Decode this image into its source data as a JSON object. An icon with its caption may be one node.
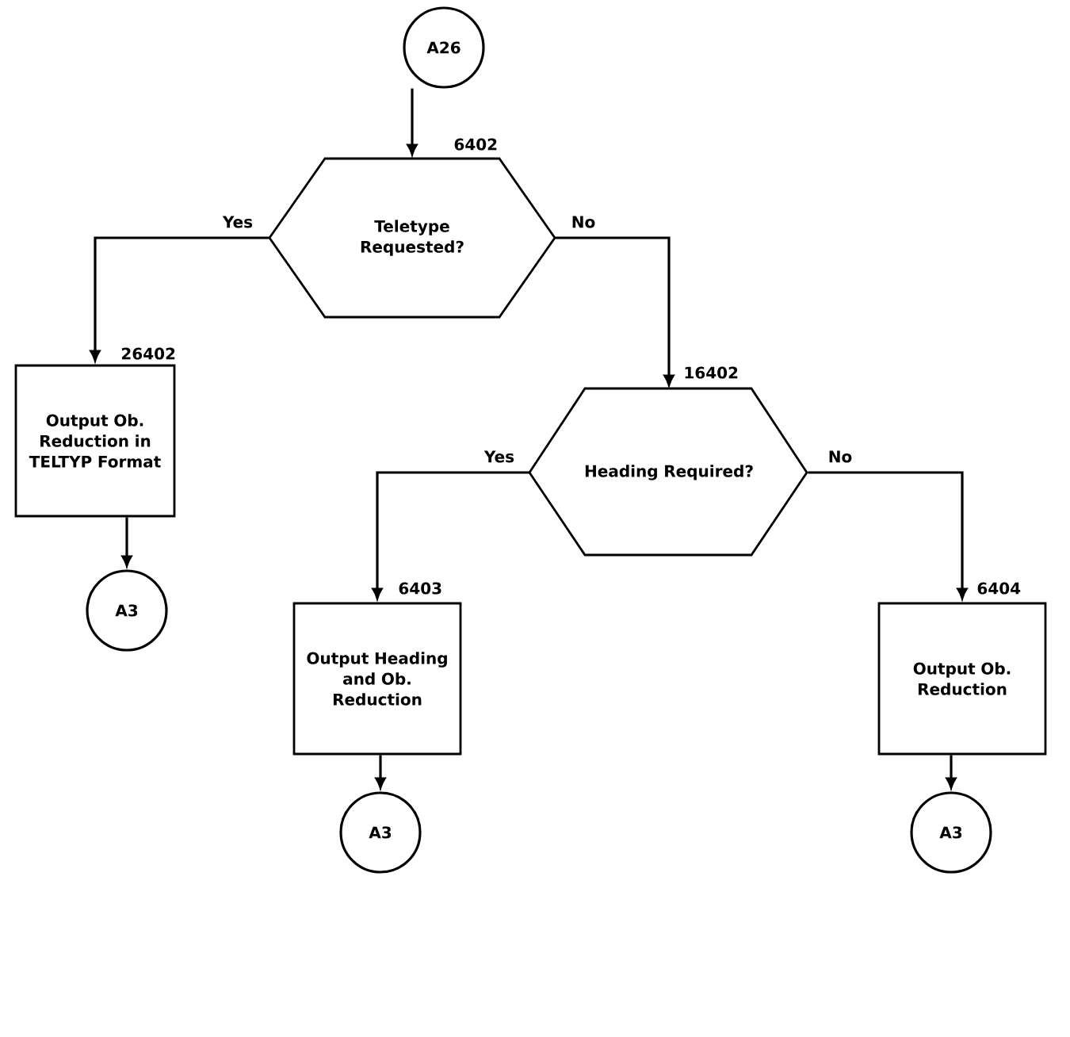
{
  "diagram": {
    "nodes": [
      {
        "text": [
          "A26"
        ]
      },
      {
        "text": [
          "Teletype Requested?"
        ],
        "beside": [
          "6402"
        ]
      },
      {
        "text": [
          "Output Ob. Reduction in TELTYP Format"
        ],
        "beside": [
          "26402"
        ]
      },
      {
        "text": [
          "A3"
        ]
      },
      {
        "text": [
          "Heading Required?"
        ],
        "beside": [
          "16402"
        ]
      },
      {
        "text": [
          "Output Heading and Ob. Reduction"
        ],
        "beside": [
          "6403"
        ]
      },
      {
        "text": [
          "A3"
        ]
      },
      {
        "text": [
          "Output Ob. Reduction"
        ],
        "beside": [
          "6404"
        ]
      },
      {
        "text": [
          "A3"
        ]
      }
    ],
    "edges": [
      {
        "from": 0,
        "to": 1,
        "arrow": "to"
      },
      {
        "from": 1,
        "to": 2,
        "arrow": "to",
        "label": "Yes"
      },
      {
        "from": 1,
        "to": 4,
        "arrow": "to",
        "label": "No"
      },
      {
        "from": 2,
        "to": 3,
        "arrow": "to"
      },
      {
        "from": 4,
        "to": 5,
        "arrow": "to",
        "label": "Yes"
      },
      {
        "from": 4,
        "to": 7,
        "arrow": "to",
        "label": "No"
      },
      {
        "from": 5,
        "to": 6,
        "arrow": "to"
      },
      {
        "from": 7,
        "to": 8,
        "arrow": "to"
      }
    ]
  }
}
